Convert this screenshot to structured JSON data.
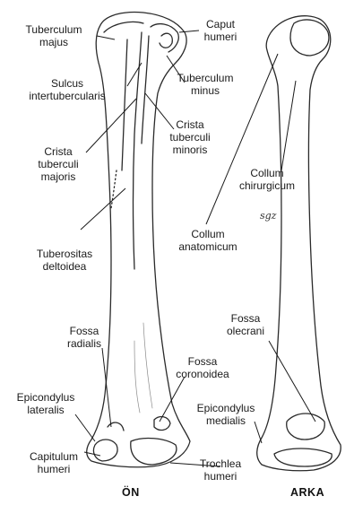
{
  "labels": {
    "tuberculum_majus": "Tuberculum\nmajus",
    "caput_humeri": "Caput\nhumeri",
    "sulcus_intertubercularis": "Sulcus\nintertubercularis",
    "tuberculum_minus": "Tuberculum\nminus",
    "crista_tuberculi_minoris": "Crista\ntuberculi\nminoris",
    "crista_tuberculi_majoris": "Crista\ntuberculi\nmajoris",
    "collum_chirurgicum": "Collum\nchirurgicum",
    "collum_anatomicum": "Collum\nanatomicum",
    "tuberositas_deltoidea": "Tuberositas\ndeltoidea",
    "fossa_radialis": "Fossa\nradialis",
    "fossa_olecrani": "Fossa\nolecrani",
    "fossa_coronoidea": "Fossa\ncoronoidea",
    "epicondylus_lateralis": "Epicondylus\nlateralis",
    "epicondylus_medialis": "Epicondylus\nmedialis",
    "capitulum_humeri": "Capitulum\nhumeri",
    "trochlea_humeri": "Trochlea\nhumeri"
  },
  "views": {
    "front": "ÖN",
    "back": "ARKA"
  },
  "signature": "sgz"
}
